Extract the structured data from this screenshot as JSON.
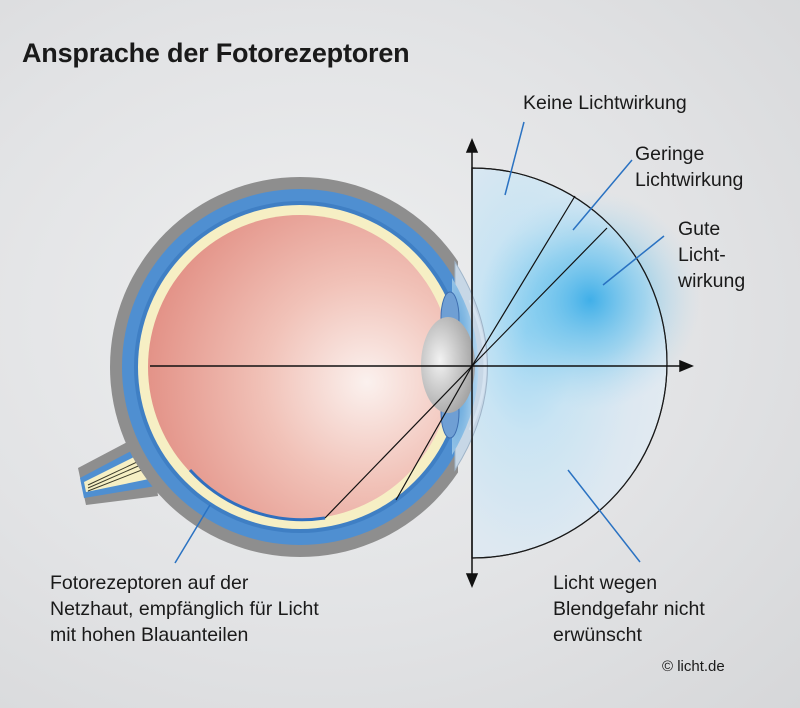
{
  "title": "Ansprache der Fotorezeptoren",
  "labels": {
    "no_effect": "Keine Lichtwirkung",
    "low_effect": [
      "Geringe",
      "Lichtwirkung"
    ],
    "good_effect": [
      "Gute",
      "Licht-",
      "wirkung"
    ],
    "photoreceptors": [
      "Fotorezeptoren auf der",
      "Netzhaut, empfänglich für Licht",
      "mit hohen Blauanteilen"
    ],
    "glare": [
      "Licht wegen",
      "Blendgefahr nicht",
      "erwünscht"
    ]
  },
  "copyright": "© licht.de",
  "colors": {
    "outer_shell": "#8e8e8e",
    "sclera_blue": "#4f8fd1",
    "retina_cream": "#f6efc4",
    "vitreous": "#e8a29a",
    "field_light": "#d9e7f2",
    "field_blue": "#2aa6e6",
    "lines": "#111111"
  }
}
